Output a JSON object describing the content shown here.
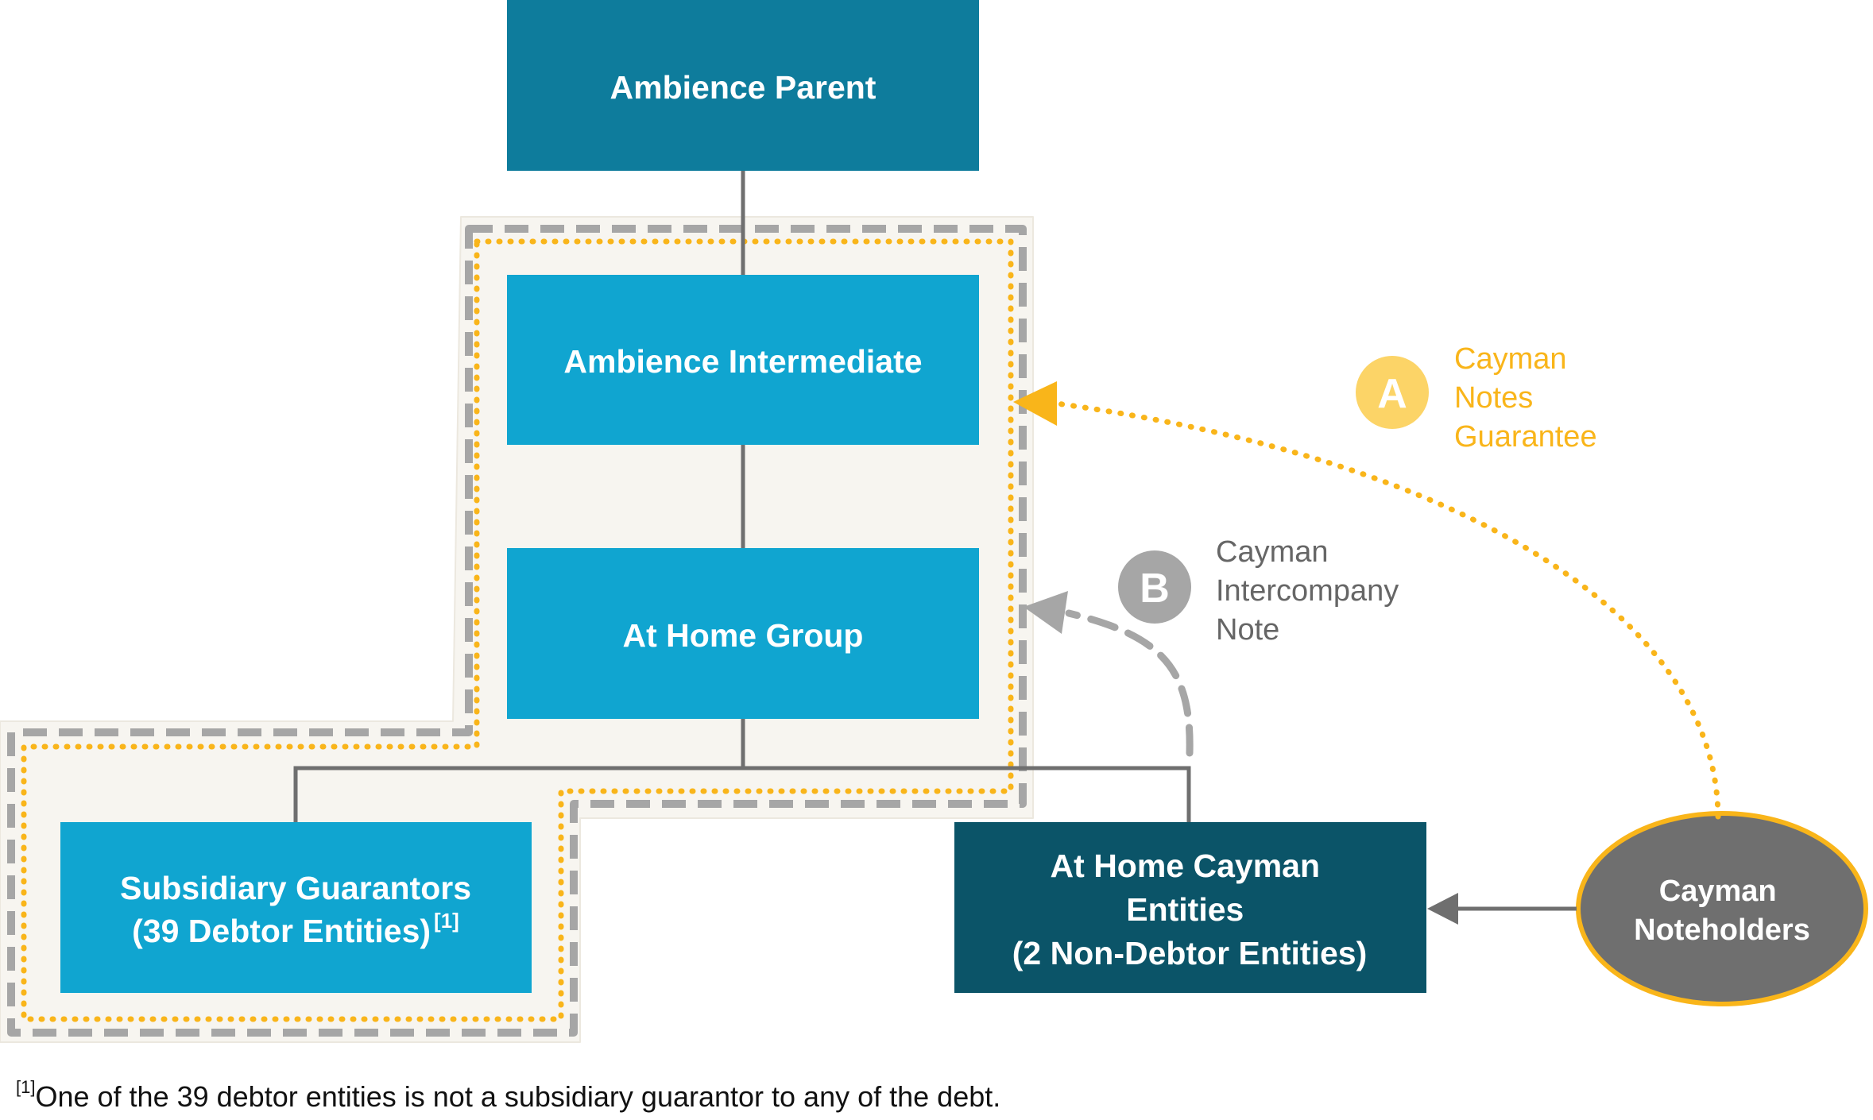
{
  "nodes": {
    "ambience_parent": {
      "label": "Ambience Parent"
    },
    "ambience_intermediate": {
      "label": "Ambience Intermediate"
    },
    "at_home_group": {
      "label": "At Home Group"
    },
    "subsidiary_guarantors": {
      "line1": "Subsidiary Guarantors",
      "line2": "(39 Debtor Entities)",
      "footnote_ref": "[1]"
    },
    "cayman_entities": {
      "line1": "At Home Cayman",
      "line2": "Entities",
      "line3": "(2 Non-Debtor Entities)"
    },
    "cayman_noteholders": {
      "line1": "Cayman",
      "line2": "Noteholders"
    }
  },
  "annotations": {
    "a": {
      "badge": "A",
      "line1": "Cayman",
      "line2": "Notes",
      "line3": "Guarantee"
    },
    "b": {
      "badge": "B",
      "line1": "Cayman",
      "line2": "Intercompany",
      "line3": "Note"
    }
  },
  "footnote": {
    "marker": "[1]",
    "text": "One of the 39 debtor entities is not a subsidiary guarantor to any of the debt."
  },
  "colors": {
    "parent_box": "#0e7c9c",
    "group_box": "#10a5d0",
    "cayman_box": "#0b5468",
    "noteholder_fill": "#6f6f6f",
    "noteholder_stroke": "#f9b51a",
    "guarantee_dotted": "#f9b51a",
    "intercompany_dashed": "#a6a6a6",
    "connector": "#6f6f6f",
    "region_fill": "#f7f5f0",
    "badge_a": "#fcd467",
    "badge_b": "#a6a6a6"
  }
}
